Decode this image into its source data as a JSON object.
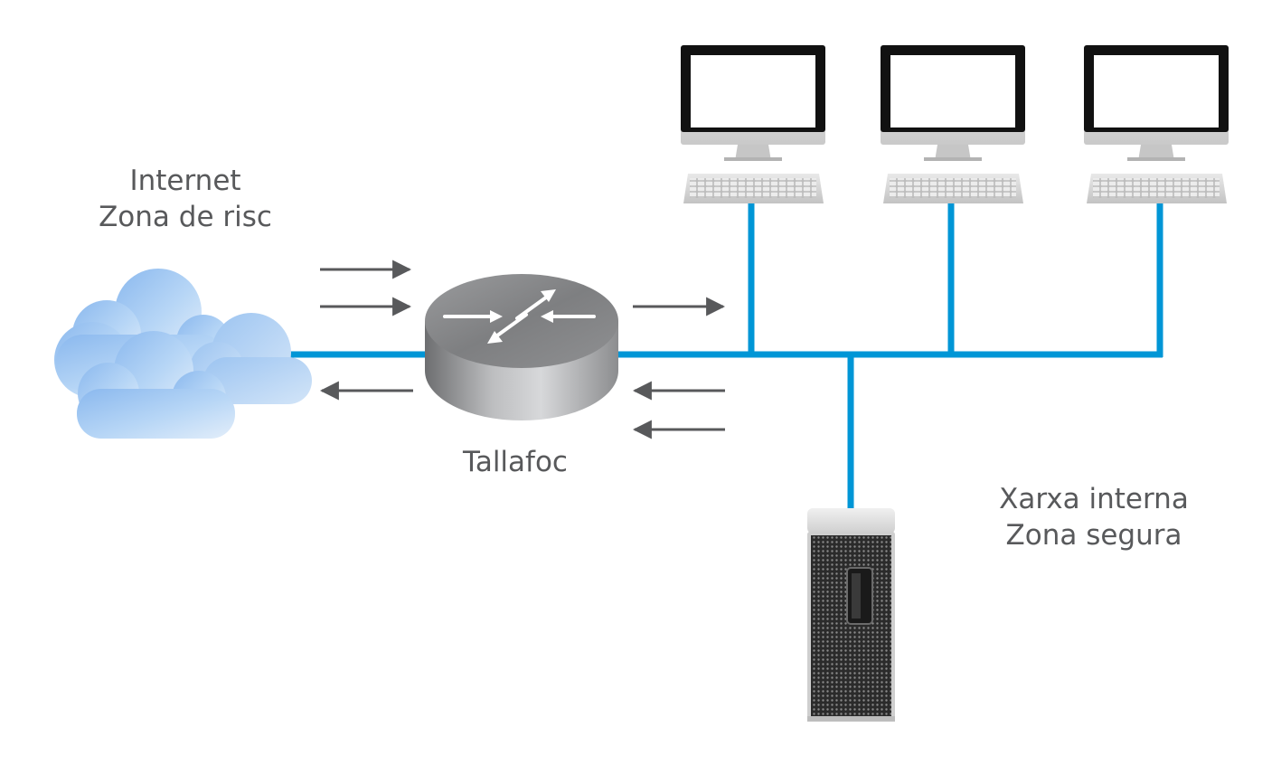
{
  "labels": {
    "internet": {
      "line1": "Internet",
      "line2": "Zona de risc"
    },
    "firewall": "Tallafoc",
    "internal": {
      "line1": "Xarxa interna",
      "line2": "Zona segura"
    }
  },
  "nodes": {
    "cloud": "cloud-icon",
    "firewall": "firewall-router-icon",
    "workstations": [
      "desktop-computer-icon",
      "desktop-computer-icon",
      "desktop-computer-icon"
    ],
    "server": "server-tower-icon"
  },
  "colors": {
    "network_line": "#0096d6",
    "arrow": "#58595b",
    "text": "#58595b",
    "cloud": "#a9cdf3"
  }
}
